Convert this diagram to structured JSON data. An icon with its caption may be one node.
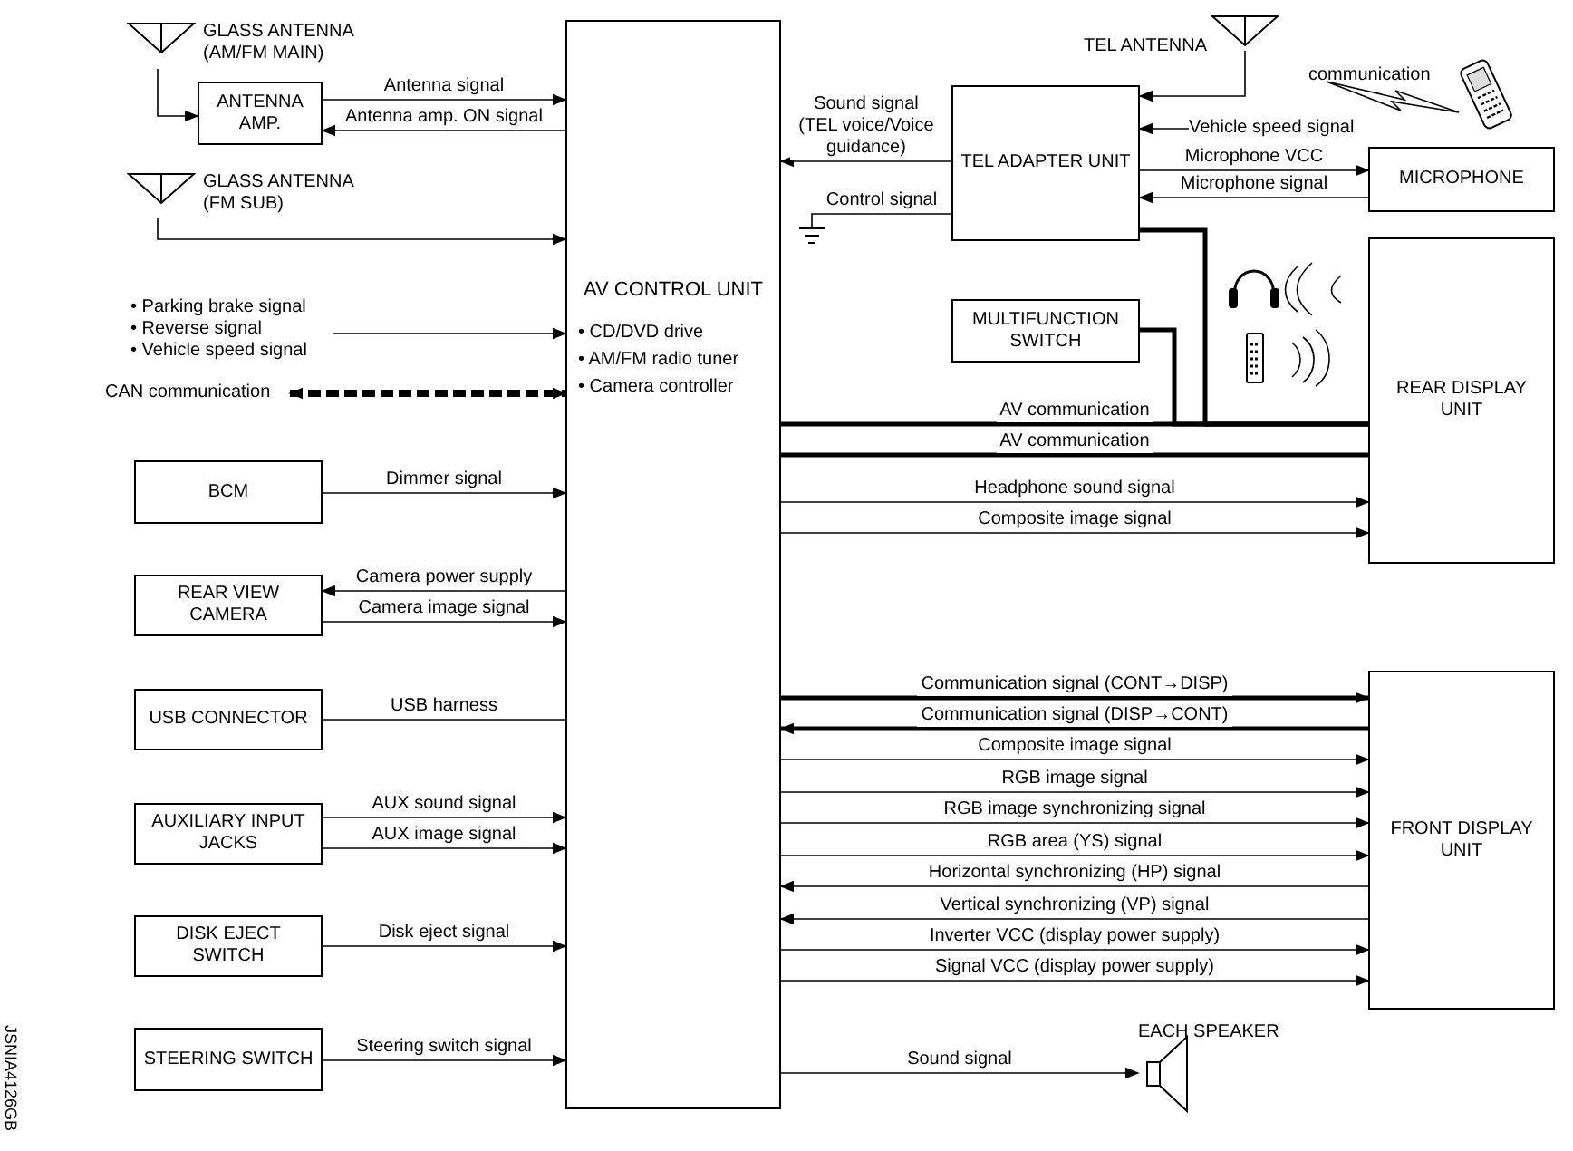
{
  "diagram": {
    "nodes": [
      {
        "text": [
          "AV CONTROL UNIT",
          "• CD/DVD drive",
          "• AM/FM radio tuner",
          "• Camera controller"
        ]
      },
      {
        "text": [
          "GLASS ANTENNA (AM/FM MAIN)"
        ]
      },
      {
        "text": [
          "ANTENNA AMP."
        ]
      },
      {
        "text": [
          "GLASS ANTENNA (FM SUB)"
        ]
      },
      {
        "text": [
          "• Parking brake signal",
          "• Reverse signal",
          "• Vehicle speed signal"
        ]
      },
      {
        "text": [
          "CAN communication"
        ]
      },
      {
        "text": [
          "BCM"
        ]
      },
      {
        "text": [
          "REAR VIEW CAMERA"
        ]
      },
      {
        "text": [
          "USB CONNECTOR"
        ]
      },
      {
        "text": [
          "AUXILIARY INPUT JACKS"
        ]
      },
      {
        "text": [
          "DISK EJECT SWITCH"
        ]
      },
      {
        "text": [
          "STEERING SWITCH"
        ]
      },
      {
        "text": [
          "TEL ANTENNA"
        ]
      },
      {
        "text": [
          "TEL ADAPTER UNIT"
        ]
      },
      {
        "text": [
          "Vehicle speed signal"
        ]
      },
      {
        "text": [
          "MICROPHONE"
        ]
      },
      {
        "text": [],
        "shape": "ground"
      },
      {
        "text": [
          "MULTIFUNCTION SWITCH"
        ]
      },
      {
        "text": [
          "REAR DISPLAY UNIT"
        ]
      },
      {
        "text": [
          "FRONT DISPLAY UNIT"
        ]
      },
      {
        "text": [
          "EACH SPEAKER"
        ]
      }
    ],
    "edges": [
      {
        "from": 1,
        "to": 2,
        "arrow": "to"
      },
      {
        "from": 2,
        "to": 0,
        "arrow": "to",
        "label": "Antenna signal"
      },
      {
        "from": 0,
        "to": 2,
        "arrow": "to",
        "label": "Antenna amp. ON signal"
      },
      {
        "from": 3,
        "to": 0,
        "arrow": "to"
      },
      {
        "from": 4,
        "to": 0,
        "arrow": "to"
      },
      {
        "from": 5,
        "to": 0,
        "arrow": "both",
        "style": "dashed"
      },
      {
        "from": 6,
        "to": 0,
        "arrow": "to",
        "label": "Dimmer signal"
      },
      {
        "from": 0,
        "to": 7,
        "arrow": "to",
        "label": "Camera power supply"
      },
      {
        "from": 7,
        "to": 0,
        "arrow": "to",
        "label": "Camera image signal"
      },
      {
        "from": 8,
        "to": 0,
        "arrow": "none",
        "label": "USB harness"
      },
      {
        "from": 9,
        "to": 0,
        "arrow": "to",
        "label": "AUX sound signal"
      },
      {
        "from": 9,
        "to": 0,
        "arrow": "to",
        "label": "AUX image signal"
      },
      {
        "from": 10,
        "to": 0,
        "arrow": "to",
        "label": "Disk eject signal"
      },
      {
        "from": 11,
        "to": 0,
        "arrow": "to",
        "label": "Steering switch signal"
      },
      {
        "from": 12,
        "to": 13,
        "arrow": "to"
      },
      {
        "from": 13,
        "to": 0,
        "arrow": "to",
        "label": "Sound signal (TEL voice/Voice guidance)"
      },
      {
        "from": 14,
        "to": 13,
        "arrow": "to"
      },
      {
        "from": 13,
        "to": 15,
        "arrow": "to",
        "label": "Microphone VCC"
      },
      {
        "from": 15,
        "to": 13,
        "arrow": "to",
        "label": "Microphone signal"
      },
      {
        "from": 13,
        "to": 16,
        "arrow": "none",
        "label": "Control signal"
      },
      {
        "from": 0,
        "to": 18,
        "arrow": "none",
        "label": "AV communication",
        "style": "thick"
      },
      {
        "from": 13,
        "to": 18,
        "arrow": "none",
        "style": "thick"
      },
      {
        "from": 17,
        "to": 18,
        "arrow": "none",
        "style": "thick"
      },
      {
        "from": 0,
        "to": 18,
        "arrow": "none",
        "label": "AV communication",
        "style": "thick"
      },
      {
        "from": 0,
        "to": 18,
        "arrow": "to",
        "label": "Headphone sound signal"
      },
      {
        "from": 0,
        "to": 18,
        "arrow": "to",
        "label": "Composite image signal"
      },
      {
        "from": 0,
        "to": 19,
        "arrow": "to",
        "label": "Communication signal (CONT→DISP)",
        "style": "thick"
      },
      {
        "from": 19,
        "to": 0,
        "arrow": "to",
        "label": "Communication signal (DISP→CONT)",
        "style": "thick"
      },
      {
        "from": 0,
        "to": 19,
        "arrow": "to",
        "label": "Composite image signal"
      },
      {
        "from": 0,
        "to": 19,
        "arrow": "to",
        "label": "RGB image signal"
      },
      {
        "from": 0,
        "to": 19,
        "arrow": "to",
        "label": "RGB image synchronizing signal"
      },
      {
        "from": 0,
        "to": 19,
        "arrow": "to",
        "label": "RGB area (YS) signal"
      },
      {
        "from": 19,
        "to": 0,
        "arrow": "to",
        "label": "Horizontal synchronizing (HP) signal"
      },
      {
        "from": 19,
        "to": 0,
        "arrow": "to",
        "label": "Vertical synchronizing (VP) signal"
      },
      {
        "from": 0,
        "to": 19,
        "arrow": "to",
        "label": "Inverter VCC (display power supply)"
      },
      {
        "from": 0,
        "to": 19,
        "arrow": "to",
        "label": "Signal VCC (display power supply)"
      },
      {
        "from": 0,
        "to": 20,
        "arrow": "to",
        "label": "Sound signal"
      }
    ],
    "labels": [
      "communication",
      "JSNIA4126GB"
    ]
  }
}
